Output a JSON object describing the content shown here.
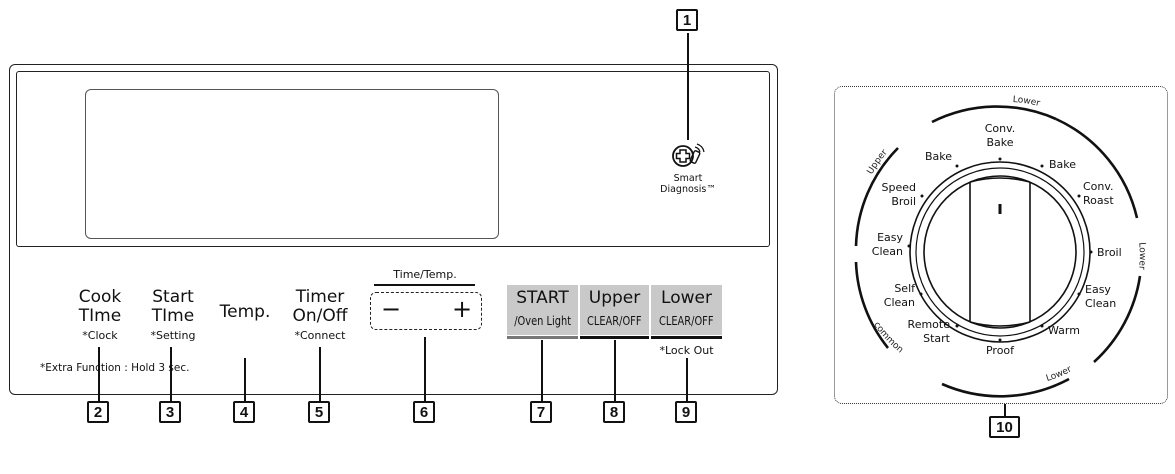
{
  "smart_diagnosis": {
    "line1": "Smart",
    "line2": "Diagnosis™"
  },
  "buttons": {
    "cook_time": {
      "line1": "Cook",
      "line2": "TIme",
      "sub": "*Clock"
    },
    "start_time": {
      "line1": "Start",
      "line2": "TIme",
      "sub": "*Setting"
    },
    "temp": {
      "label": "Temp."
    },
    "timer": {
      "line1": "Timer",
      "line2": "On/Off",
      "sub": "*Connect"
    },
    "time_temp": {
      "title": "Time/Temp.",
      "minus": "−",
      "plus": "+"
    },
    "start": {
      "line1": "START",
      "line2": "/Oven Light"
    },
    "upper_clear": {
      "line1": "Upper",
      "line2": "CLEAR/OFF"
    },
    "lower_clear": {
      "line1": "Lower",
      "line2": "CLEAR/OFF",
      "sub": "*Lock Out"
    }
  },
  "extra_note": "*Extra Function : Hold 3 sec.",
  "callouts": [
    "1",
    "2",
    "3",
    "4",
    "5",
    "6",
    "7",
    "8",
    "9",
    "10"
  ],
  "dial": {
    "positions": [
      {
        "line1": "Conv.",
        "line2": "Bake"
      },
      {
        "line1": "Bake",
        "line2": ""
      },
      {
        "line1": "Conv.",
        "line2": "Roast"
      },
      {
        "line1": "Broil",
        "line2": ""
      },
      {
        "line1": "Easy",
        "line2": "Clean"
      },
      {
        "line1": "Warm",
        "line2": ""
      },
      {
        "line1": "Proof",
        "line2": ""
      },
      {
        "line1": "Remote",
        "line2": "Start"
      },
      {
        "line1": "Self",
        "line2": "Clean"
      },
      {
        "line1": "Easy",
        "line2": "Clean"
      },
      {
        "line1": "Speed",
        "line2": "Broil"
      },
      {
        "line1": "Bake",
        "line2": ""
      }
    ],
    "ring_labels": {
      "lower_top": "Lower",
      "lower_right": "Lower",
      "lower_bottom": "Lower",
      "upper": "Upper",
      "common": "common"
    }
  },
  "colors": {
    "start_bar": "#777777",
    "clear_bar": "#111111",
    "key_bg": "#c9c9c9"
  }
}
